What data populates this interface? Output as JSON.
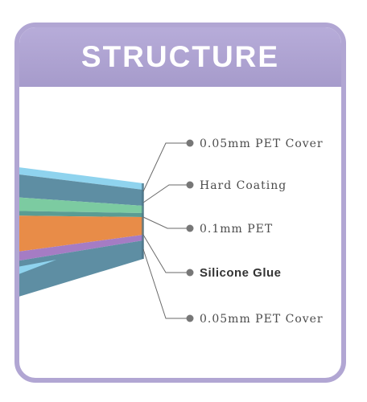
{
  "header": {
    "title": "STRUCTURE"
  },
  "layers": [
    {
      "label": "0.05mm PET Cover",
      "emphasis": false,
      "color": "#5e8ea3"
    },
    {
      "label": "Hard Coating",
      "emphasis": false,
      "color": "#7ccba1"
    },
    {
      "label": "0.1mm PET",
      "emphasis": false,
      "color": "#e88c48"
    },
    {
      "label": "Silicone Glue",
      "emphasis": true,
      "color": "#a57cc4"
    },
    {
      "label": "0.05mm PET Cover",
      "emphasis": false,
      "color": "#5e8ea3"
    }
  ],
  "colors": {
    "frame": "#b1a6d3",
    "header": "#aca1d0",
    "leader": "#6a6a6a",
    "dot": "#777777"
  }
}
